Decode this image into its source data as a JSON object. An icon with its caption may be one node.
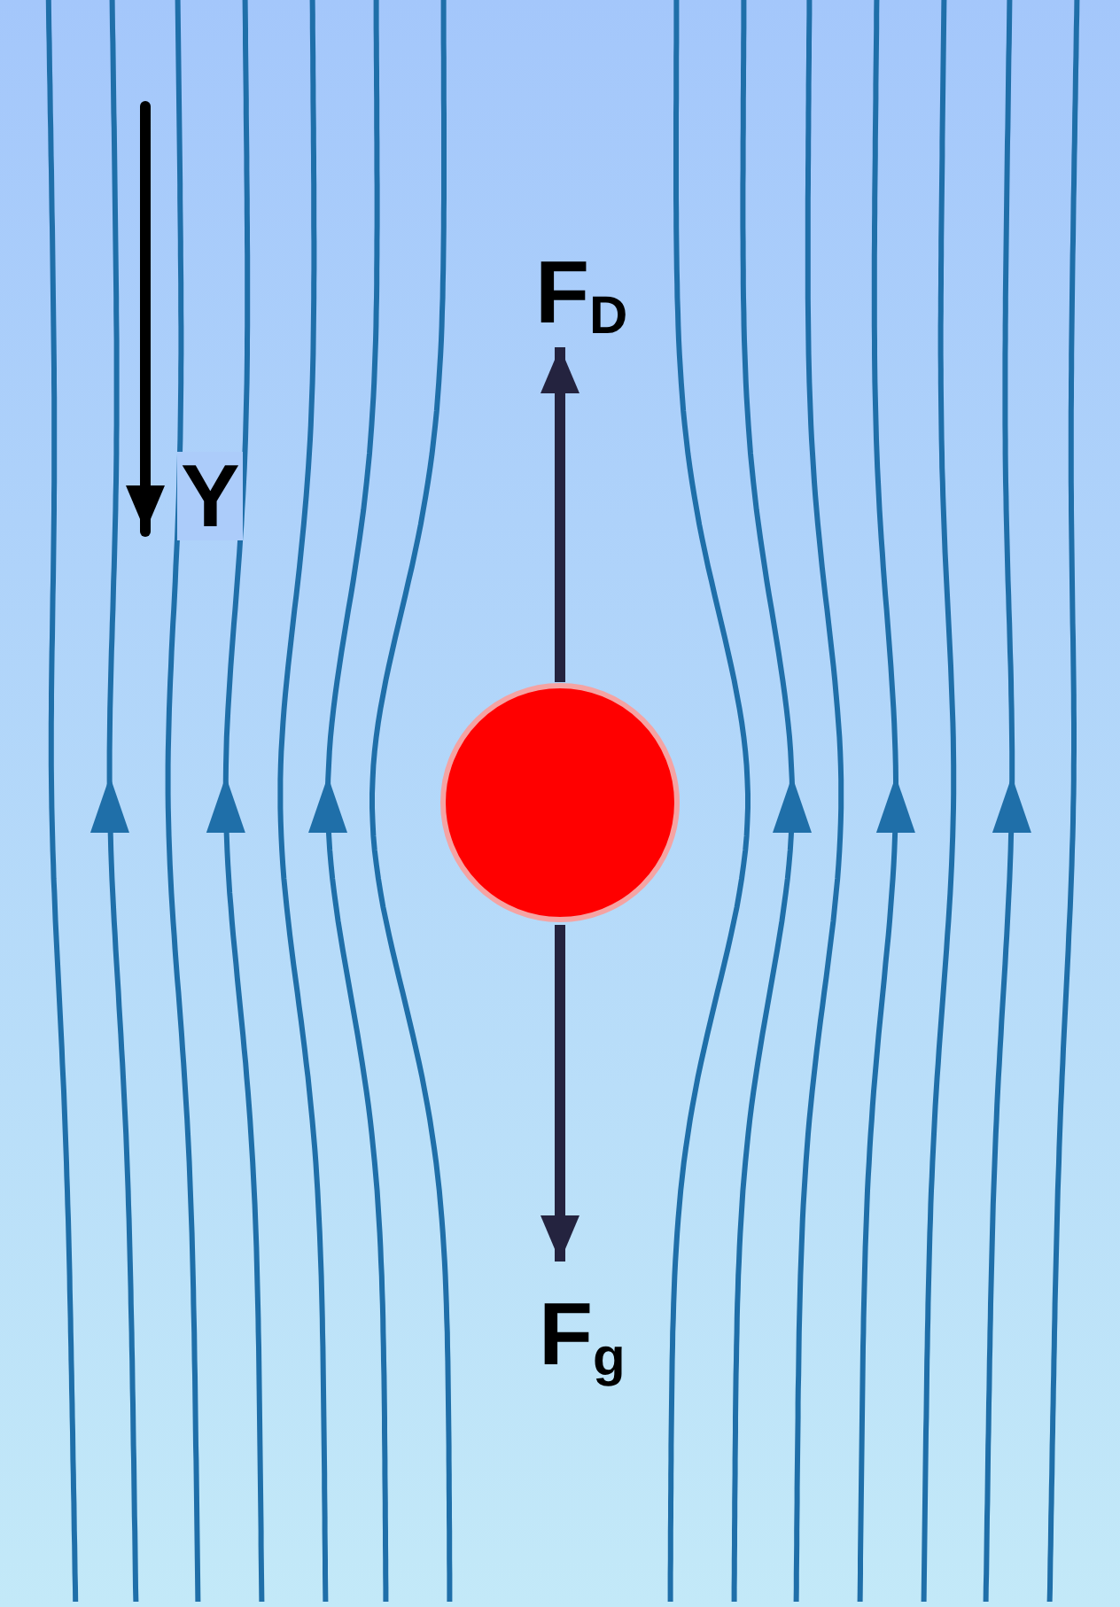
{
  "diagram": {
    "nodes": [
      {
        "text": [],
        "shape": "circle"
      }
    ],
    "labels": [
      "F$_{D}$",
      "Y",
      "F$_{g}$"
    ]
  }
}
